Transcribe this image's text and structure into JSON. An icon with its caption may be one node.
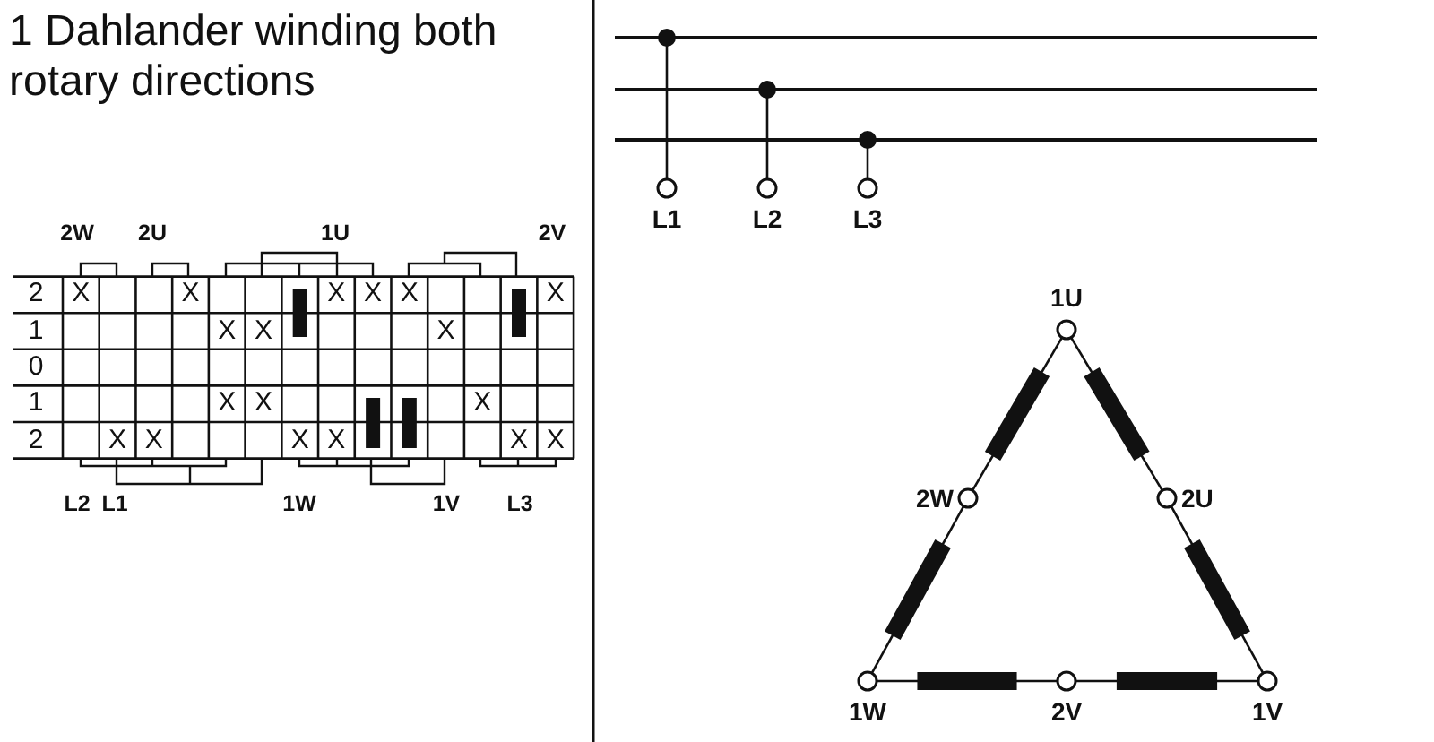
{
  "diagram": {
    "title": "1 Dahlander winding both rotary directions",
    "nodes": [
      {
        "text": [],
        "shape": "bar"
      },
      {
        "text": [],
        "shape": "bar"
      },
      {
        "text": [],
        "shape": "bar"
      },
      {
        "text": [
          "L1"
        ]
      },
      {
        "text": [
          "L2"
        ]
      },
      {
        "text": [
          "L3"
        ]
      },
      {
        "text": [
          "1U"
        ]
      },
      {
        "text": [
          "2W"
        ]
      },
      {
        "text": [
          "2U"
        ]
      },
      {
        "text": [
          "1W"
        ]
      },
      {
        "text": [
          "2V"
        ]
      },
      {
        "text": [
          "1V"
        ]
      }
    ],
    "edges": [
      {
        "from": 0,
        "to": 3,
        "arrow": "other"
      },
      {
        "from": 1,
        "to": 4,
        "arrow": "other"
      },
      {
        "from": 2,
        "to": 5,
        "arrow": "other"
      },
      {
        "from": 6,
        "to": 7,
        "arrow": "none"
      },
      {
        "from": 7,
        "to": 9,
        "arrow": "none"
      },
      {
        "from": 6,
        "to": 8,
        "arrow": "none"
      },
      {
        "from": 8,
        "to": 11,
        "arrow": "none"
      },
      {
        "from": 9,
        "to": 10,
        "arrow": "none"
      },
      {
        "from": 10,
        "to": 11,
        "arrow": "none"
      }
    ],
    "labels": [
      "2W",
      "2U",
      "1U",
      "2V",
      "2",
      "X",
      "X",
      "X",
      "X",
      "X",
      "X",
      "1",
      "X",
      "X",
      "X",
      "0",
      "1",
      "X",
      "X",
      "X",
      "2",
      "X",
      "X",
      "X",
      "X",
      "X",
      "X",
      "L2",
      "L1",
      "1W",
      "1V",
      "L3"
    ]
  }
}
